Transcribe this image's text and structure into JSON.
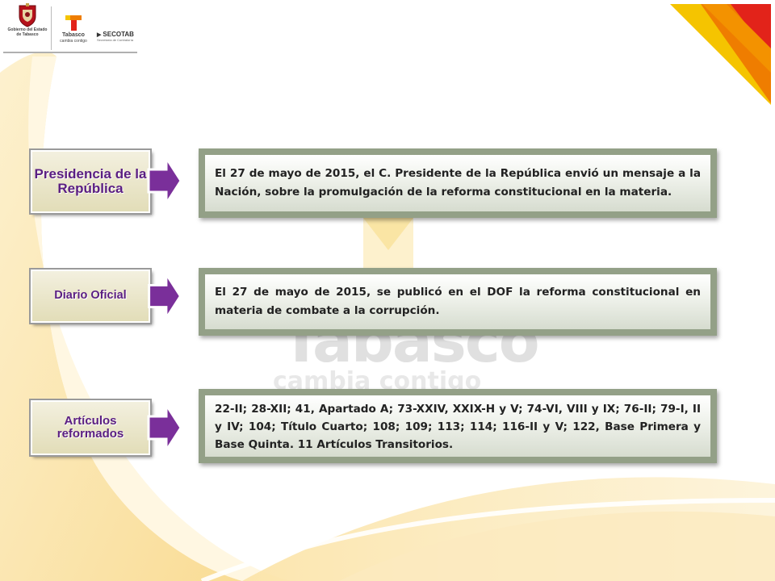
{
  "header": {
    "gobierno_caption": "Gobierno del Estado de Tabasco",
    "tabasco_brand": "Tabasco",
    "tabasco_tagline": "cambia contigo",
    "secotab_name": "SECOTAB",
    "secotab_sub": "Secretaría de Contraloría",
    "watermark_word": "Tabasco",
    "watermark_tagline": "cambia contigo"
  },
  "rows": [
    {
      "label": "Presidencia de la República",
      "text": "El 27 de mayo de 2015, el C. Presidente de la República envió un mensaje a la Nación, sobre la promulgación de la reforma constitucional en la materia."
    },
    {
      "label": "Diario Oficial",
      "text": "El 27 de mayo de 2015, se publicó en el DOF la reforma constitucional en materia de combate a la corrupción."
    },
    {
      "label": "Artículos reformados",
      "text": "22-II; 28-XII; 41, Apartado A; 73-XXIV, XXIX-H y V; 74-VI, VIII y IX; 76-II; 79-I, II y IV; 104; Título Cuarto; 108; 109; 113; 114; 116-II y V; 122, Base Primera y Base Quinta.  11 Artículos Transitorios."
    }
  ],
  "colors": {
    "label_text": "#5a1e82",
    "panel_frame": "#93a087",
    "swoosh": "#fbe8b4",
    "corner_yellow": "#f5c400",
    "corner_orange": "#ef7d00",
    "corner_red": "#e2231a"
  }
}
